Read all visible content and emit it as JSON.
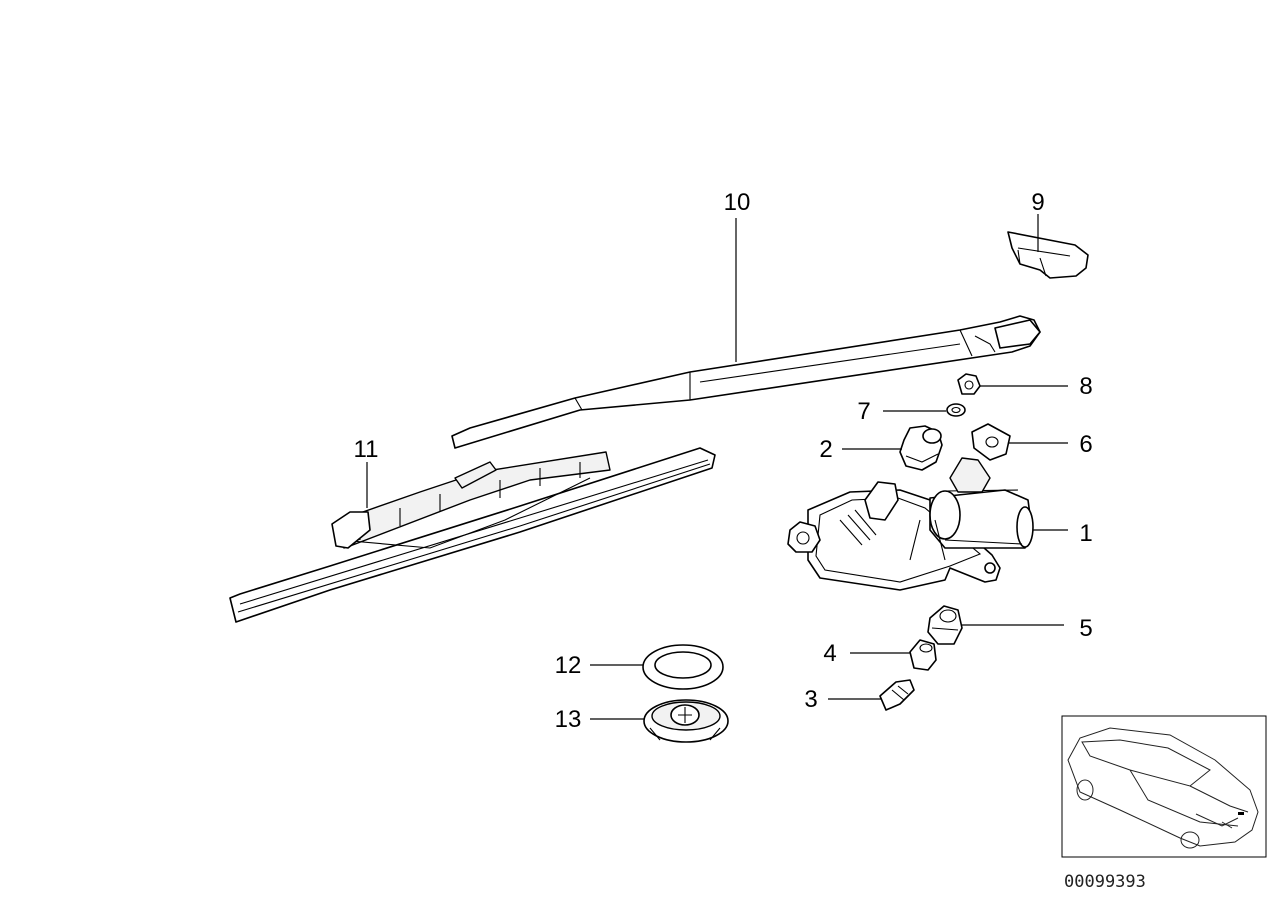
{
  "diagram": {
    "callouts": {
      "p1": "1",
      "p2": "2",
      "p3": "3",
      "p4": "4",
      "p5": "5",
      "p6": "6",
      "p7": "7",
      "p8": "8",
      "p9": "9",
      "p10": "10",
      "p11": "11",
      "p12": "12",
      "p13": "13"
    },
    "image_code": "00099393"
  }
}
